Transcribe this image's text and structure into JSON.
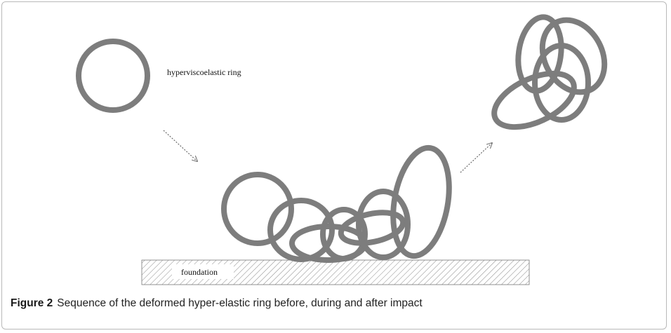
{
  "figure": {
    "ring_label": "hyperviscoelastic ring",
    "foundation_label": "foundation",
    "caption_number": "Figure 2",
    "caption_text": "Sequence of the deformed hyper-elastic ring before, during and after impact"
  },
  "colors": {
    "ring": "#7d7d7d",
    "hatch": "#8a8a8a",
    "arrow": "#6a6a6a"
  }
}
